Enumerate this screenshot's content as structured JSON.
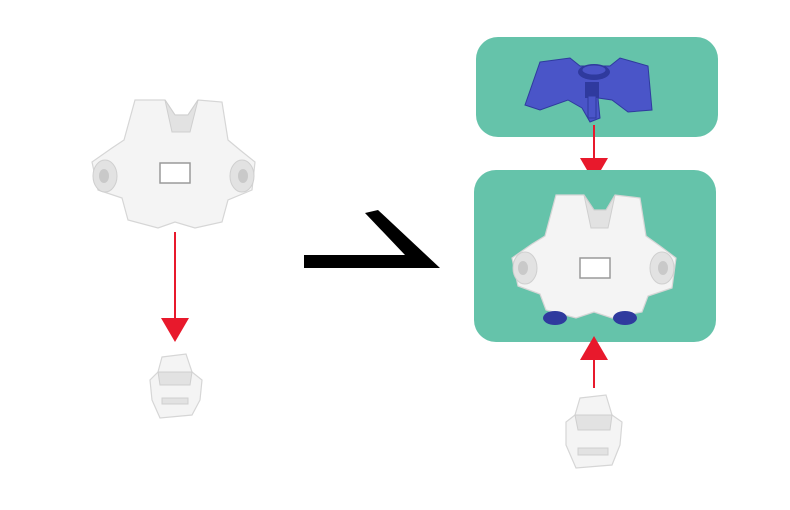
{
  "diagram": {
    "type": "assembly-instruction",
    "colors": {
      "background": "#ffffff",
      "panel_fill": "#65c3aa",
      "arrow_red": "#e8192c",
      "step_arrow": "#000000",
      "part_white": "#f4f4f4",
      "part_shadow": "#d9d9d9",
      "part_blue": "#4a55c8",
      "part_blue_dark": "#2f3a9e"
    },
    "steps": [
      {
        "name": "step-before",
        "parts": [
          "torso-block",
          "lower-joint-piece"
        ],
        "arrows": [
          {
            "direction": "down"
          }
        ]
      },
      {
        "name": "step-after",
        "parts": [
          "blue-cockpit-piece",
          "torso-block-assembled",
          "lower-joint-piece"
        ],
        "arrows": [
          {
            "direction": "down"
          },
          {
            "direction": "up"
          }
        ]
      }
    ],
    "icons": [
      "step-arrow-icon"
    ]
  }
}
